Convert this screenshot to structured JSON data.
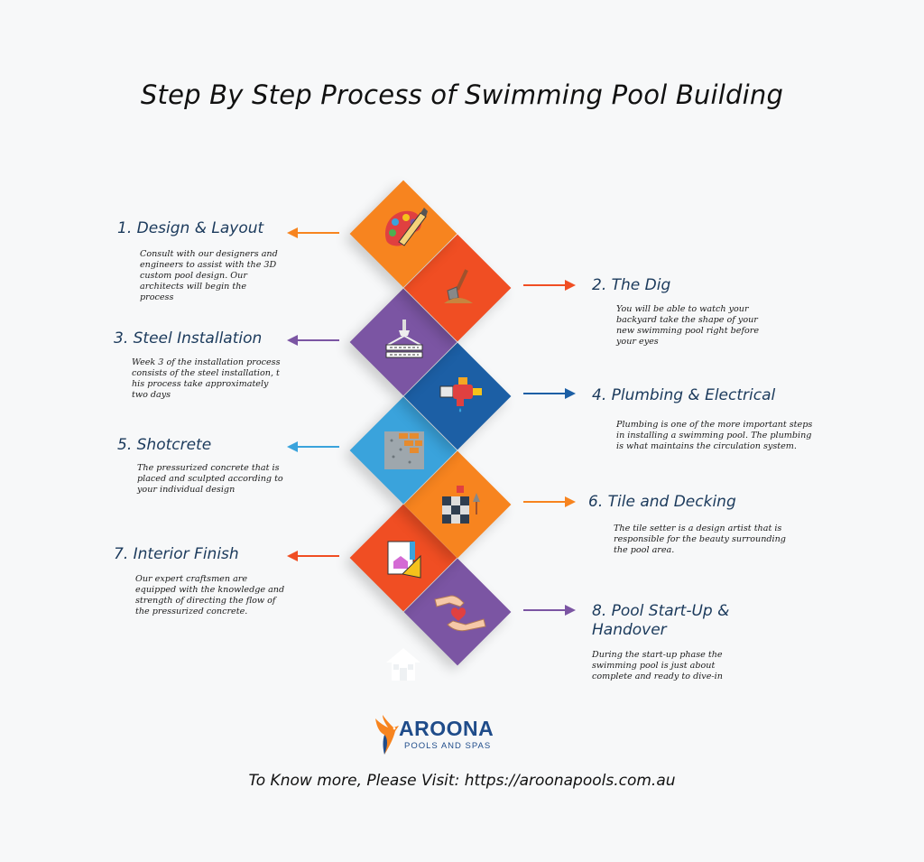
{
  "title": "Step By Step Process of Swimming Pool Building",
  "steps": [
    {
      "title": "1. Design & Layout",
      "desc": "Consult with our designers and engineers to assist with the 3D  custom pool design. Our architects will begin the process",
      "color": "#f7841f",
      "icon": "design-palette-icon"
    },
    {
      "title": "2. The Dig",
      "desc": "You will be able to watch your backyard take the shape of your new swimming pool right before your eyes",
      "color": "#f04e23",
      "icon": "shovel-icon"
    },
    {
      "title": "3. Steel Installation",
      "desc": "Week 3 of the installation process consists of the steel installation, t his process take approximately two days",
      "color": "#7b55a3",
      "icon": "crane-steel-icon"
    },
    {
      "title": "4. Plumbing & Electrical",
      "desc": "Plumbing is one of the more important steps in installing a swimming pool. The plumbing is what maintains the circulation system.",
      "color": "#1c5fa5",
      "icon": "faucet-icon"
    },
    {
      "title": "5. Shotcrete",
      "desc": "The pressurized concrete that is placed and sculpted according to your individual design",
      "color": "#3aa3dc",
      "icon": "concrete-wall-icon"
    },
    {
      "title": "6. Tile and Decking",
      "desc": "The tile setter is a design artist that is responsible for the beauty surrounding the pool area.",
      "color": "#f7841f",
      "icon": "tiles-icon"
    },
    {
      "title": "7. Interior Finish",
      "desc": "Our expert craftsmen are equipped with the knowledge and strength of directing the flow of the pressurized concrete.",
      "color": "#f04e23",
      "icon": "blueprint-icon"
    },
    {
      "title": "8. Pool Start-Up & Handover",
      "desc": "During the start-up phase the swimming pool is just about complete and ready to dive-in",
      "color": "#7b55a3",
      "icon": "handover-hands-icon"
    }
  ],
  "logo": {
    "name": "AROONA",
    "sub": "POOLS AND SPAS"
  },
  "footer": "To Know more, Please Visit: https://aroonapools.com.au"
}
